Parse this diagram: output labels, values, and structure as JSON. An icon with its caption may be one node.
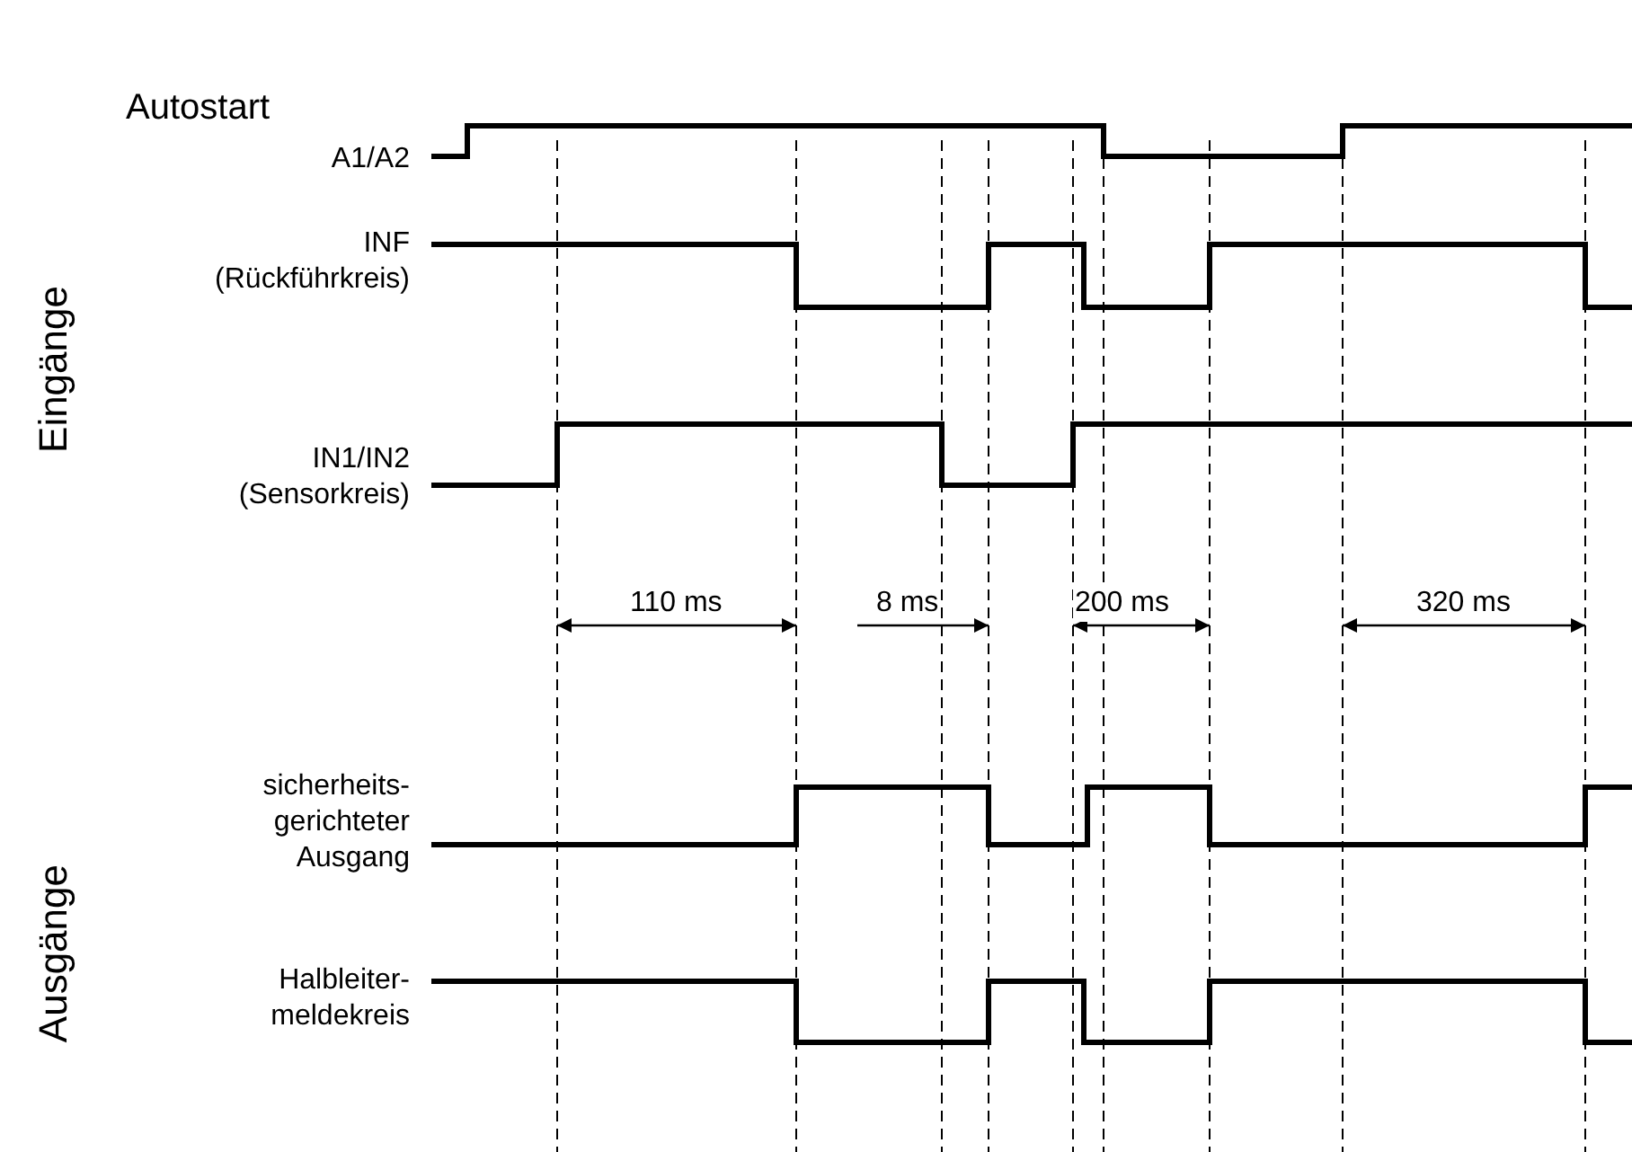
{
  "diagram": {
    "title": "Autostart",
    "labels": [
      "Eingänge",
      "A1/A2",
      "INF (Rückführkreis)",
      "IN1/IN2 (Sensorkreis)",
      "110 ms",
      "8 ms",
      "200 ms",
      "320 ms",
      "Ausgänge",
      "sicherheits- gerichteter Ausgang",
      "Halbleiter- meldekreis"
    ]
  }
}
